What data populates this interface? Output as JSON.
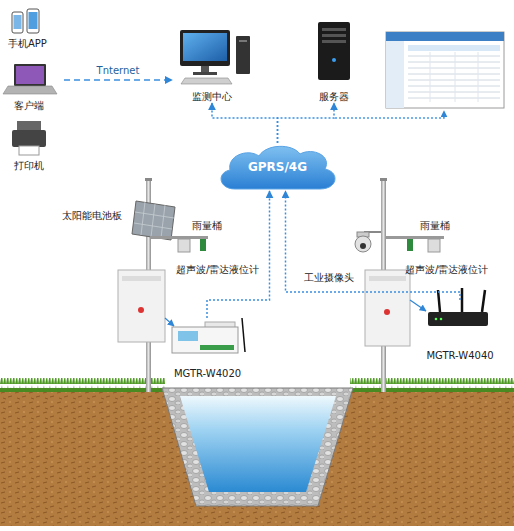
{
  "diagram": {
    "nodes": [
      {
        "text": [
          "手机APP",
          "客户端",
          "打印机"
        ]
      },
      {
        "text": [
          "监测中心"
        ]
      },
      {
        "text": [
          "服务器"
        ]
      },
      {
        "text": [
          "GPRS/4G"
        ]
      },
      {
        "text": [
          "MGTR-W4020"
        ]
      },
      {
        "text": [
          "MGTR-W4040"
        ]
      }
    ],
    "edges": [
      {
        "from": 0,
        "to": 1,
        "label": "Tnternet",
        "arrow": "to"
      },
      {
        "from": 3,
        "to": 1,
        "arrow": "to"
      },
      {
        "from": 3,
        "to": 2,
        "arrow": "to"
      },
      {
        "from": 4,
        "to": 3,
        "arrow": "to"
      },
      {
        "from": 5,
        "to": 3,
        "arrow": "to"
      }
    ],
    "labels": [
      "太阳能电池板",
      "雨量桶",
      "超声波/雷达液位计",
      "工业摄像头",
      "雨量桶",
      "超声波/雷达液位计"
    ]
  }
}
